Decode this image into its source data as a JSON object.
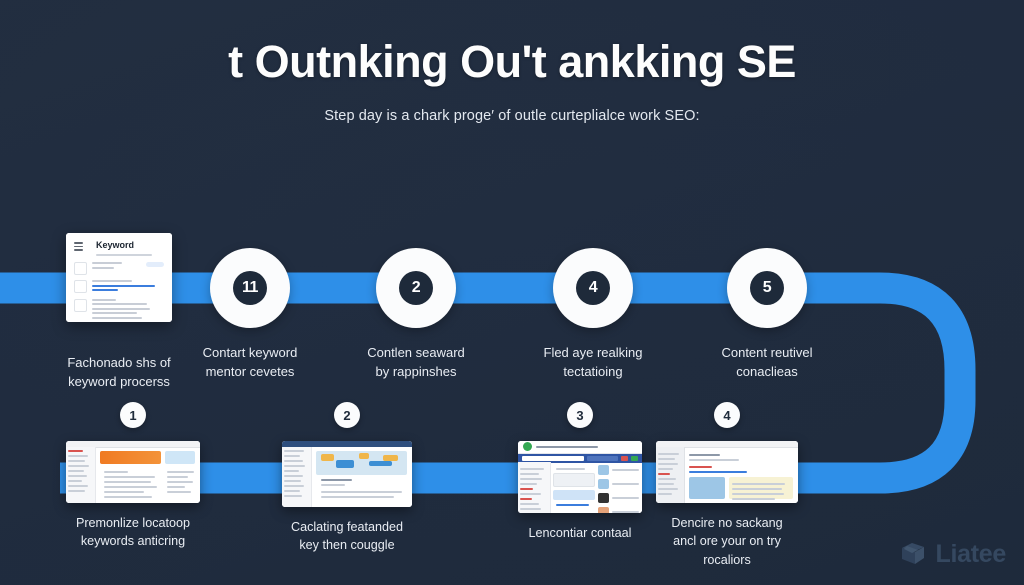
{
  "header": {
    "title": "t Outnking Ou't ankking SE",
    "subtitle": "Step day is a chark proge′ of outle curteplialce work SEO:"
  },
  "colors": {
    "background": "#222e41",
    "path_blue": "#2e8fe8",
    "circle_white": "#fbfcfd",
    "badge_dark": "#1e2a3a",
    "text": "#e9edf3",
    "logo": "#48617f"
  },
  "top_row": {
    "intro_card": {
      "title": "Keyword",
      "caption_line1": "Fachonado shs of",
      "caption_line2": "keyword procerss"
    },
    "steps": [
      {
        "badge": "11",
        "caption_line1": "Contart keyword",
        "caption_line2": "mentor cevetes"
      },
      {
        "badge": "2",
        "caption_line1": "Contlen seaward",
        "caption_line2": "by rappinshes"
      },
      {
        "badge": "4",
        "caption_line1": "Fled aye realking",
        "caption_line2": "tectatioing"
      },
      {
        "badge": "5",
        "caption_line1": "Content reutivel",
        "caption_line2": "conaclieas"
      }
    ]
  },
  "bottom_row": {
    "steps": [
      {
        "badge": "1",
        "thumb": "serp-orange-screenshot",
        "caption_line1": "Premonlize locatoop",
        "caption_line2": "keywords anticring",
        "caption_line3": ""
      },
      {
        "badge": "2",
        "thumb": "dashboard-map-screenshot",
        "caption_line1": "Caclating featanded",
        "caption_line2": "key then couggle",
        "caption_line3": ""
      },
      {
        "badge": "3",
        "thumb": "google-console-screenshot",
        "caption_line1": "Lencontiar contaal",
        "caption_line2": "",
        "caption_line3": ""
      },
      {
        "badge": "4",
        "thumb": "document-editor-screenshot",
        "caption_line1": "Dencire no sackang",
        "caption_line2": "ancl ore your on try",
        "caption_line3": "rocaliors"
      }
    ]
  },
  "logo": {
    "name": "Liatee",
    "icon": "cube-logo-icon"
  }
}
